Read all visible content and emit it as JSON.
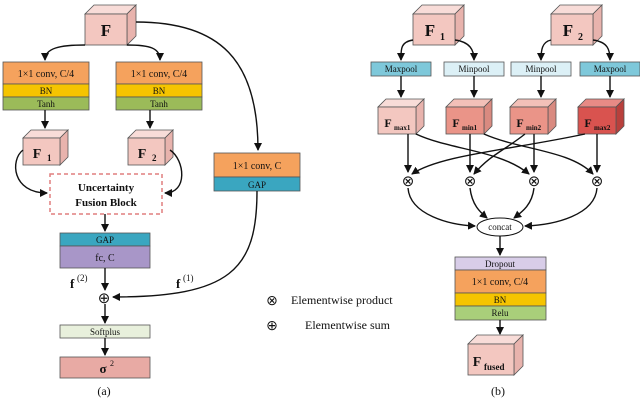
{
  "panel_a": {
    "caption": "(a)",
    "cube_F": "F",
    "conv_left": "1×1 conv, C/4",
    "bn_left": "BN",
    "tanh_left": "Tanh",
    "conv_right": "1×1 conv, C/4",
    "bn_right": "BN",
    "tanh_right": "Tanh",
    "cube_F1": "F",
    "cube_F1_sub": "1",
    "cube_F2": "F",
    "cube_F2_sub": "2",
    "fusion_line1": "Uncertainty",
    "fusion_line2": "Fusion Block",
    "side_conv": "1×1 conv, C",
    "side_gap": "GAP",
    "gap": "GAP",
    "fc": "fc, C",
    "f2": "f",
    "f2_sup": "(2)",
    "f1": "f",
    "f1_sup": "(1)",
    "plus": "⊕",
    "softplus": "Softplus",
    "sigma": "σ",
    "sigma_sup": "2"
  },
  "panel_b": {
    "caption": "(b)",
    "cube_F1": "F",
    "cube_F1_sub": "1",
    "cube_F2": "F",
    "cube_F2_sub": "2",
    "maxpool_left": "Maxpool",
    "minpool_left": "Minpool",
    "minpool_right": "Minpool",
    "maxpool_right": "Maxpool",
    "fmax1": "F",
    "fmax1_sub": "max1",
    "fmin1": "F",
    "fmin1_sub": "min1",
    "fmin2": "F",
    "fmin2_sub": "min2",
    "fmax2": "F",
    "fmax2_sub": "max2",
    "otimes": "⊗",
    "concat": "concat",
    "dropout": "Dropout",
    "conv": "1×1 conv, C/4",
    "bn": "BN",
    "relu": "Relu",
    "fused": "F",
    "fused_sub": "fused"
  },
  "legend": {
    "product_symbol": "⊗",
    "product_label": "Elementwise product",
    "sum_symbol": "⊕",
    "sum_label": "Elementwise sum"
  },
  "colors": {
    "conv_orange": "#f5a25d",
    "bn_yellow": "#f5c400",
    "tanh_green": "#9bbb59",
    "gap_teal": "#3aa6c0",
    "fc_purple": "#a896c8",
    "pool_blue": "#7ec8da",
    "minpool_light": "#dcf0f6",
    "cube_pink": "#f3c7c0",
    "cube_salmon": "#ea9488",
    "cube_red": "#d9534f",
    "softplus_green": "#e8f0dc",
    "sigma_pink": "#e8aaa4",
    "dropout_purple": "#d8cde8",
    "relu_green": "#a9cf7a",
    "fusion_border": "#e07f7f"
  }
}
